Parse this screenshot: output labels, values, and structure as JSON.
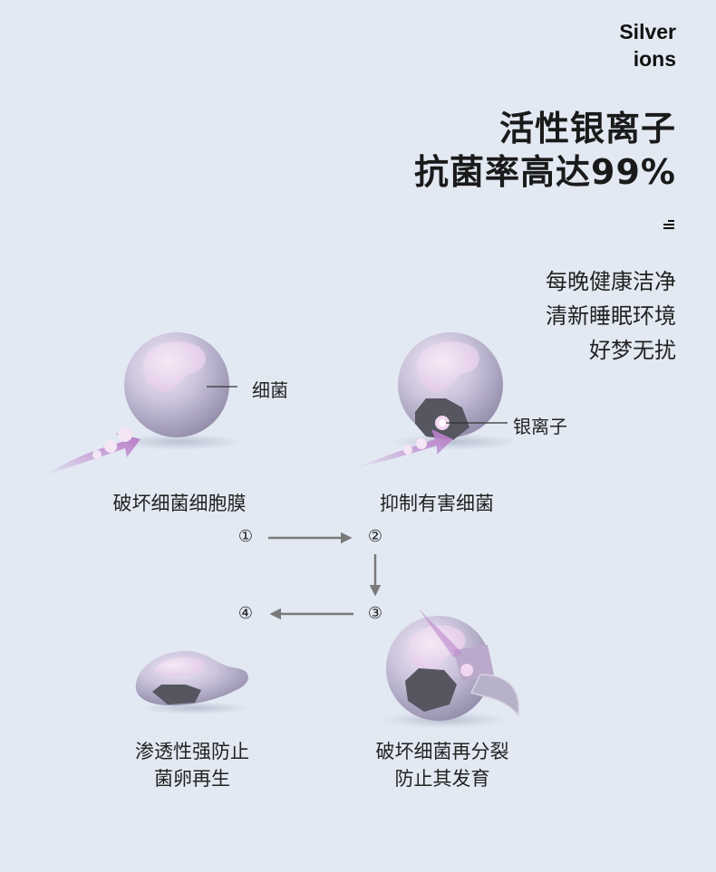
{
  "brand": {
    "line1": "Silver",
    "line2": "ions"
  },
  "headline": {
    "line1": "活性银离子",
    "line2": "抗菌率高达99%"
  },
  "tagline": [
    "每晚健康洁净",
    "清新睡眠环境",
    "好梦无扰"
  ],
  "labels": {
    "bacteria": "细菌",
    "silver_ion": "银离子"
  },
  "captions": {
    "step1": "破坏细菌细胞膜",
    "step2": "抑制有害细菌",
    "step3_line1": "破坏细菌再分裂",
    "step3_line2": "防止其发育",
    "step4_line1": "渗透性强防止",
    "step4_line2": "菌卵再生"
  },
  "steps": [
    "①",
    "②",
    "③",
    "④"
  ],
  "colors": {
    "background": "#e3e9f3",
    "sphere": "#c4bed8",
    "sphere_highlight": "#e9dcef",
    "arrow": "#b07ac2",
    "flow_arrow": "#7a7a7a"
  }
}
